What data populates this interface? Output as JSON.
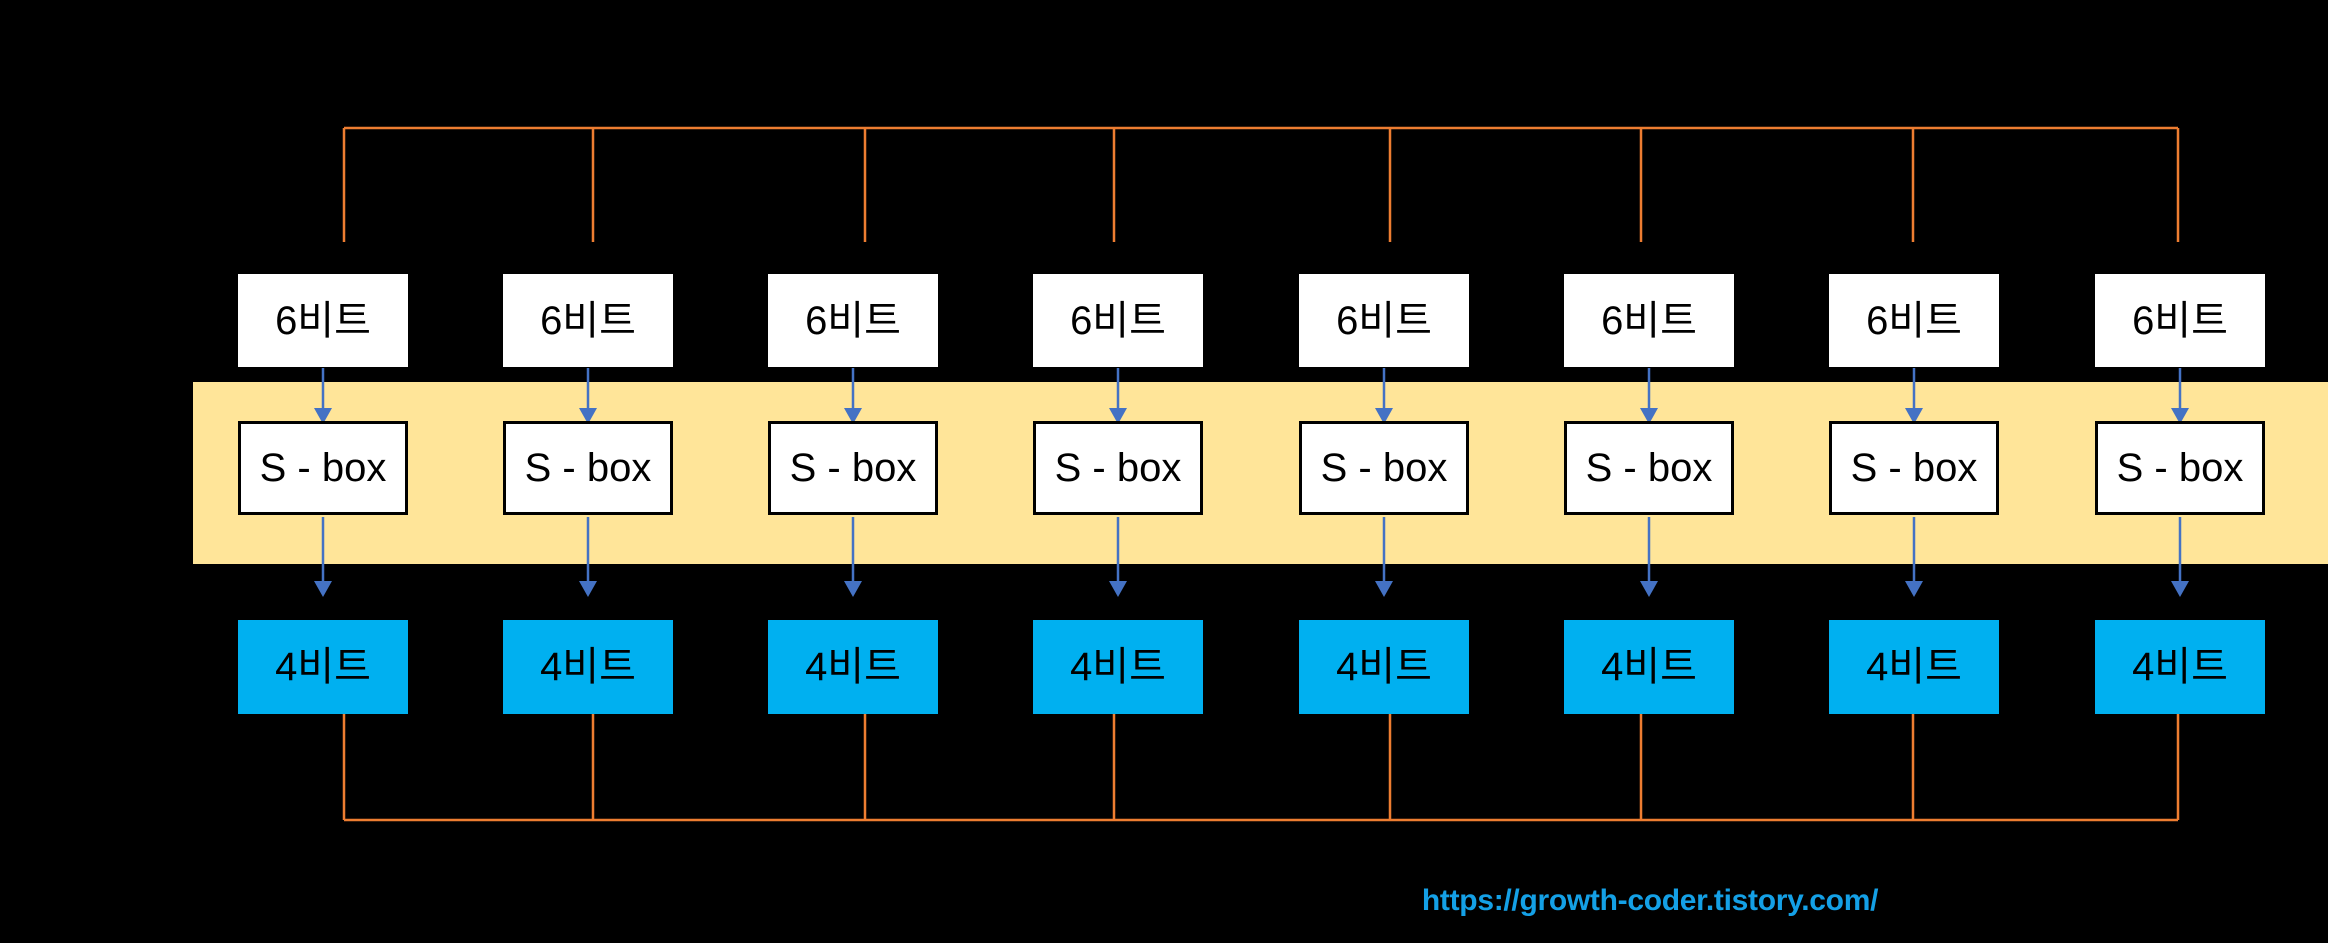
{
  "colors": {
    "background": "#000000",
    "bus_line": "#ED7D31",
    "arrow": "#4472C4",
    "band": "#FFE599",
    "input_box_bg": "#FFFFFF",
    "sbox_bg": "#FFFFFF",
    "sbox_border": "#000000",
    "output_box_bg": "#00B0F0",
    "watermark": "#14A0E6"
  },
  "columns": [
    {
      "input_label": "6비트",
      "sbox_label": "S - box",
      "output_label": "4비트"
    },
    {
      "input_label": "6비트",
      "sbox_label": "S - box",
      "output_label": "4비트"
    },
    {
      "input_label": "6비트",
      "sbox_label": "S - box",
      "output_label": "4비트"
    },
    {
      "input_label": "6비트",
      "sbox_label": "S - box",
      "output_label": "4비트"
    },
    {
      "input_label": "6비트",
      "sbox_label": "S - box",
      "output_label": "4비트"
    },
    {
      "input_label": "6비트",
      "sbox_label": "S - box",
      "output_label": "4비트"
    },
    {
      "input_label": "6비트",
      "sbox_label": "S - box",
      "output_label": "4비트"
    },
    {
      "input_label": "6비트",
      "sbox_label": "S - box",
      "output_label": "4비트"
    }
  ],
  "watermark": {
    "text": "https://growth-coder.tistory.com/"
  }
}
